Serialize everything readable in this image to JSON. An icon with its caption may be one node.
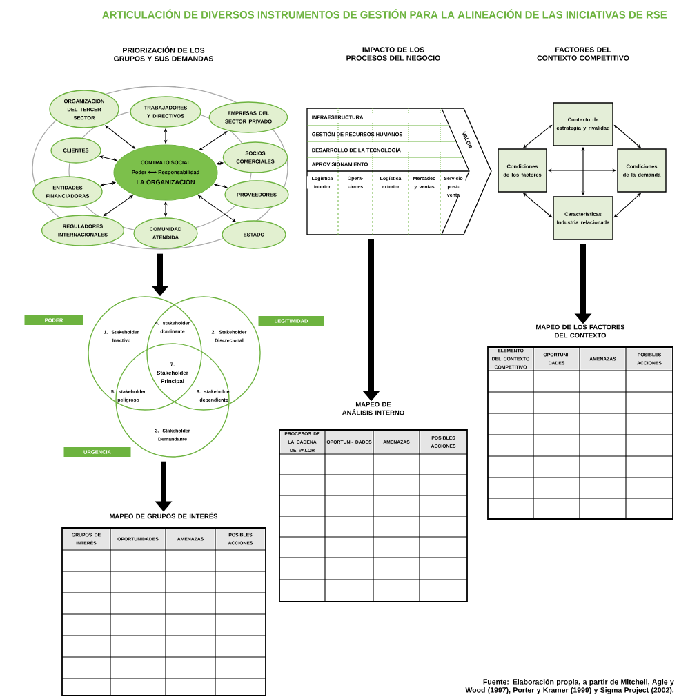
{
  "diagram": {
    "title": "ARTICULACIÓN DE DIVERSOS INSTRUMENTOS DE GESTIÓN PARA LA ALINEACIÓN DE LAS INICIATIVAS DE RSE",
    "caption": "Fuente: Elaboración propia, a partir de Mitchell, Agle y Wood (1997), Porter y Kramer (1999) y Sigma Project (2002).",
    "nodes": [
      {
        "text": [],
        "shape": "ellipse"
      },
      {
        "text": [
          "CONTRATO SOCIAL",
          "Poder",
          "Responsabilidad",
          "LA ORGANIZACIÓN"
        ],
        "in": 0
      },
      {
        "text": [
          "ORGANIZACIÓN DEL TERCER SECTOR"
        ],
        "in": 0
      },
      {
        "text": [
          "TRABAJADORES Y DIRECTIVOS"
        ],
        "in": 0
      },
      {
        "text": [
          "EMPRESAS DEL SECTOR PRIVADO"
        ],
        "in": 0
      },
      {
        "text": [
          "CLIENTES"
        ],
        "in": 0
      },
      {
        "text": [
          "SOCIOS COMERCIALES"
        ],
        "in": 0
      },
      {
        "text": [
          "ENTIDADES FINANCIADORAS"
        ],
        "in": 0
      },
      {
        "text": [
          "PROVEEDORES"
        ],
        "in": 0
      },
      {
        "text": [
          "REGULADORES INTERNACIONALES"
        ],
        "in": 0
      },
      {
        "text": [
          "COMUNIDAD ATENDIDA"
        ],
        "in": 0
      },
      {
        "text": [
          "ESTADO"
        ],
        "in": 0
      },
      {
        "text": [],
        "shape": "circle"
      },
      {
        "text": [],
        "shape": "circle"
      },
      {
        "text": [],
        "shape": "circle"
      },
      {
        "text": [
          "PODER"
        ]
      },
      {
        "text": [
          "LEGITIMIDAD"
        ]
      },
      {
        "text": [
          "URGENCIA"
        ]
      },
      {
        "text": [
          "MAPEO DE GRUPOS DE INTERÉS"
        ]
      },
      {
        "text": [
          "INFRAESTRUCTURA",
          "GESTIÓN DE RECURSOS HUMANOS",
          "DESARROLLO DE LA TECNOLOGÍA",
          "APROVISIONAMIENTO",
          "VALOR",
          "Logística interior",
          "Opera- ciones",
          "Logística exterior",
          "Mercadeo y ventas",
          "Servicio post-venta"
        ]
      },
      {
        "text": [
          "MAPEO DE ANÁLISIS INTERNO"
        ]
      },
      {
        "text": [
          "Contexto de estrategia y rivalidad"
        ]
      },
      {
        "text": [
          "Condiciones de los factores"
        ]
      },
      {
        "text": [
          "Condiciones de la demanda"
        ]
      },
      {
        "text": [
          "Características Industria relacionada"
        ]
      },
      {
        "text": [
          "MAPEO DE LOS FACTORES DEL CONTEXTO"
        ]
      }
    ],
    "edges": [
      {
        "from": 1,
        "to": 2,
        "arrow": "both"
      },
      {
        "from": 1,
        "to": 3,
        "arrow": "both"
      },
      {
        "from": 1,
        "to": 4,
        "arrow": "both"
      },
      {
        "from": 1,
        "to": 5,
        "arrow": "both"
      },
      {
        "from": 1,
        "to": 6,
        "arrow": "both"
      },
      {
        "from": 1,
        "to": 7,
        "arrow": "both"
      },
      {
        "from": 1,
        "to": 8,
        "arrow": "both"
      },
      {
        "from": 1,
        "to": 9,
        "arrow": "both"
      },
      {
        "from": 1,
        "to": 10,
        "arrow": "both"
      },
      {
        "from": 1,
        "to": 11,
        "arrow": "both"
      },
      {
        "from": 0,
        "to": 12,
        "arrow": "to",
        "style": "thick"
      },
      {
        "from": 14,
        "to": 18,
        "arrow": "to",
        "style": "thick"
      },
      {
        "from": 19,
        "to": 20,
        "arrow": "to",
        "style": "thick"
      },
      {
        "from": 21,
        "to": 22,
        "arrow": "both"
      },
      {
        "from": 21,
        "to": 23,
        "arrow": "both"
      },
      {
        "from": 22,
        "to": 24,
        "arrow": "both"
      },
      {
        "from": 23,
        "to": 24,
        "arrow": "both"
      },
      {
        "from": 21,
        "to": 24,
        "arrow": "both"
      },
      {
        "from": 22,
        "to": 23,
        "arrow": "both"
      },
      {
        "from": 24,
        "to": 25,
        "arrow": "to",
        "style": "thick"
      }
    ],
    "labels": [
      "PRIORIZACIÓN DE LOS GRUPOS Y SUS DEMANDAS",
      "IMPACTO DE LOS PROCESOS DEL NEGOCIO",
      "FACTORES DEL CONTEXTO COMPETITIVO",
      "1. Stakeholder Inactivo",
      "4. stakeholder dominante",
      "2. Stakeholder Discrecional",
      "7. Stakeholder Principal",
      "5. stakeholder peligroso",
      "6. stakeholder dependiente",
      "3. Stakeholder Demandante",
      "GRUPOS DE INTERÉS",
      "OPORTUNIDADES",
      "AMENAZAS",
      "POSIBLES ACCIONES",
      "PROCESOS DE LA CADENA DE VALOR",
      "OPORTUNI- DADES",
      "AMENAZAS",
      "POSIBLES ACCIONES",
      "ELEMENTO DEL CONTEXTO COMPETITIVO",
      "OPORTUNI- DADES",
      "AMENAZAS",
      "POSIBLES ACCIONES"
    ]
  }
}
